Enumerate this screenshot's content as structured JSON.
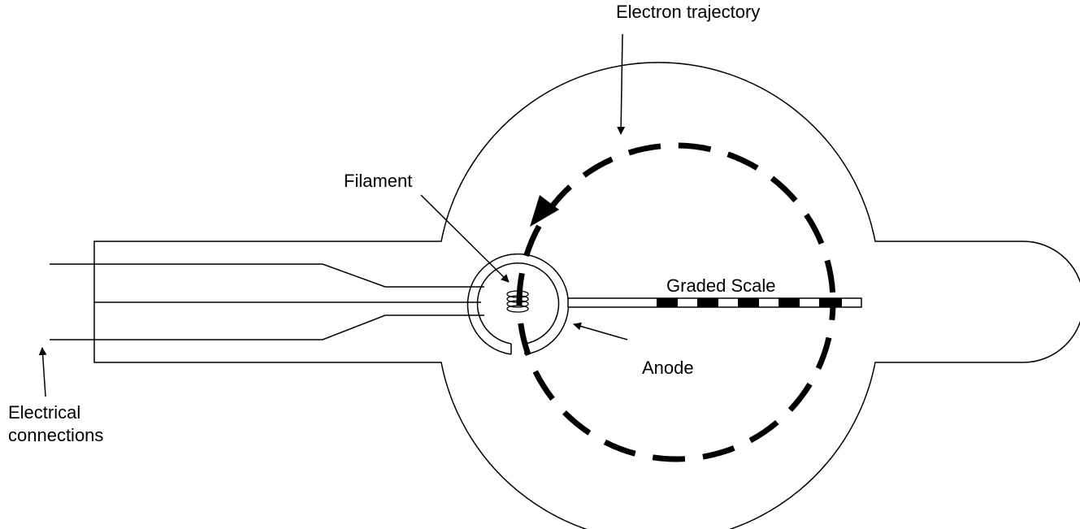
{
  "labels": {
    "electron_trajectory": "Electron trajectory",
    "filament": "Filament",
    "graded_scale": "Graded Scale",
    "anode": "Anode",
    "electrical_connections_line1": "Electrical",
    "electrical_connections_line2": "connections"
  },
  "colors": {
    "stroke": "#000000",
    "background": "#ffffff"
  }
}
